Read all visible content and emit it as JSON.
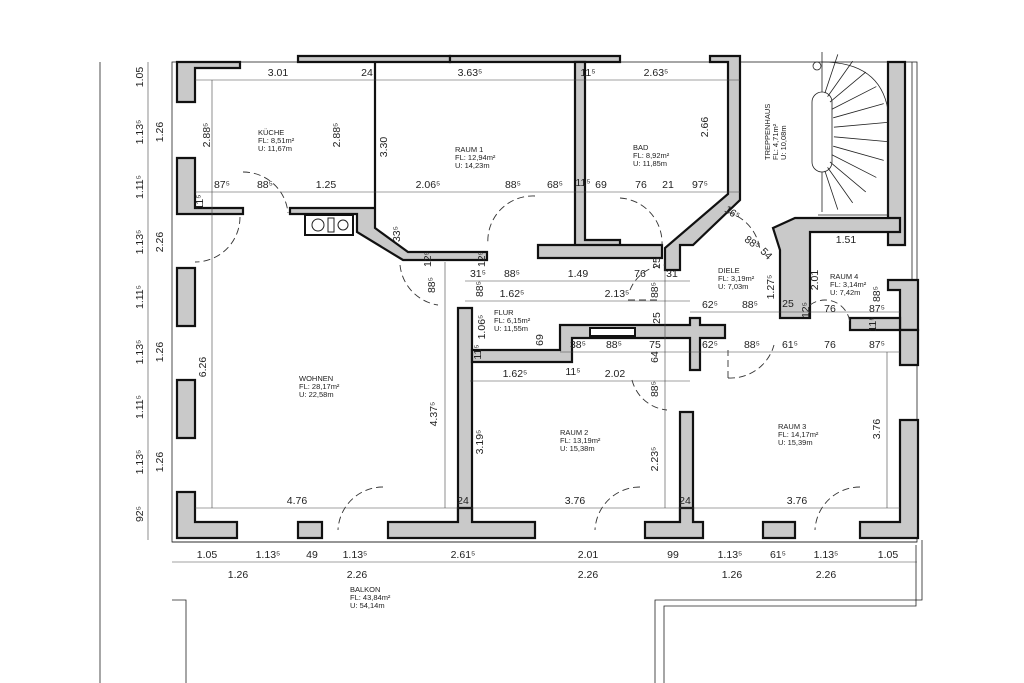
{
  "rooms": {
    "kueche": {
      "name": "KÜCHE",
      "fl": "FL: 8,51m²",
      "u": "U: 11,67m"
    },
    "raum1": {
      "name": "RAUM 1",
      "fl": "FL: 12,94m²",
      "u": "U: 14,23m"
    },
    "bad": {
      "name": "BAD",
      "fl": "FL: 8,92m²",
      "u": "U: 11,85m"
    },
    "treppenhaus": {
      "name": "TREPPENHAUS",
      "fl": "FL: 4,71m²",
      "u": "U: 10,08m"
    },
    "diele": {
      "name": "DIELE",
      "fl": "FL: 3,19m²",
      "u": "U: 7,03m"
    },
    "raum4": {
      "name": "RAUM 4",
      "fl": "FL: 3,14m²",
      "u": "U: 7,42m"
    },
    "flur": {
      "name": "FLUR",
      "fl": "FL: 6,15m²",
      "u": "U: 11,55m"
    },
    "wohnen": {
      "name": "WOHNEN",
      "fl": "FL: 28,17m²",
      "u": "U: 22,58m"
    },
    "raum2": {
      "name": "RAUM 2",
      "fl": "FL: 13,19m²",
      "u": "U: 15,38m"
    },
    "raum3": {
      "name": "RAUM 3",
      "fl": "FL: 14,17m²",
      "u": "U: 15,39m"
    },
    "balkon": {
      "name": "BALKON",
      "fl": "FL: 43,84m²",
      "u": "U: 54,14m"
    }
  },
  "dims": [
    "3.01",
    "24",
    "3.63⁵",
    "11⁵",
    "2.63⁵",
    "87⁵",
    "88⁵",
    "1.25",
    "2.06⁵",
    "88⁵",
    "68⁵",
    "11⁵",
    "69",
    "76",
    "21",
    "97⁵",
    "2.88⁵",
    "2.88⁵",
    "3.30",
    "2.66",
    "11⁵",
    "33⁵",
    "16⁵",
    "88⁵",
    "54",
    "31⁵",
    "88⁵",
    "1.49",
    "76",
    "31",
    "12⁵",
    "12⁵",
    "25",
    "88⁵",
    "88⁵",
    "1.62⁵",
    "2.13⁵",
    "88⁵",
    "1.27⁵",
    "62⁵",
    "88⁵",
    "25",
    "12⁵",
    "76",
    "87⁵",
    "88⁵",
    "11⁵",
    "2.01",
    "1.51",
    "1.06⁵",
    "11⁵",
    "69",
    "25",
    "38⁵",
    "88⁵",
    "75",
    "62⁵",
    "88⁵",
    "61⁵",
    "76",
    "87⁵",
    "64",
    "1.62⁵",
    "11⁵",
    "2.02",
    "88⁵",
    "6.26",
    "4.37⁵",
    "3.19⁵",
    "2.23⁵",
    "3.76",
    "4.76",
    "24",
    "3.76",
    "24",
    "3.76",
    "1.05",
    "1.13⁵",
    "49",
    "1.13⁵",
    "2.61⁵",
    "2.01",
    "99",
    "1.13⁵",
    "61⁵",
    "1.13⁵",
    "1.05",
    "1.26",
    "2.26",
    "2.26",
    "1.26",
    "2.26",
    "1.05",
    "1.13⁵",
    "1.11⁵",
    "1.13⁵",
    "1.11⁵",
    "1.13⁵",
    "1.11⁵",
    "1.13⁵",
    "92⁵",
    "1.26",
    "2.26",
    "1.26",
    "1.26"
  ]
}
